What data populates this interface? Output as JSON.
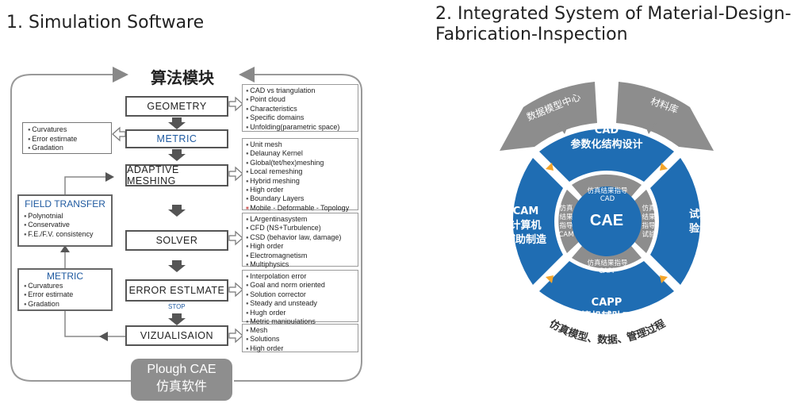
{
  "left": {
    "title": "1. Simulation Software",
    "header": "算法模块",
    "boxes": {
      "geometry": "GEOMETRY",
      "metric": "METRIC",
      "adaptive": "ADAPTIVE MESHING",
      "solver": "SOLVER",
      "error": "ERROR ESTLMATE",
      "viz": "VIZUALISAION"
    },
    "stop_label": "STOP",
    "lists": {
      "geometry": [
        "CAD vs triangulation",
        "Point cloud",
        "Characteristics",
        "Specific domains",
        "Unfolding(parametric space)"
      ],
      "adaptive": [
        "Unit mesh",
        "Delaunay Kernel",
        "Global(tet/hex)meshing",
        "Local remeshing",
        "Hybrid meshing",
        "High order",
        "Boundary Layers",
        "Mobile - Deformable - Topology"
      ],
      "solver": [
        "LArgentinasystem",
        "CFD (NS+Turbulence)",
        "CSD (behavior law, damage)",
        "High order",
        "Electromagnetism",
        "Multiphysics"
      ],
      "error": [
        "Interpolation error",
        "Goal and norm oriented",
        "Solution corrector",
        "Steady and unsteady",
        "Hugh order",
        "Metric manipulations"
      ],
      "viz": [
        "Mesh",
        "Solutions",
        "High order"
      ]
    },
    "side_metric_items": [
      "Curvatures",
      "Error estirnate",
      "Gradation"
    ],
    "field_transfer": {
      "title": "FIELD TRANSFER",
      "items": [
        "Polynotnial",
        "Conservative",
        "F.E./F.V. consistency"
      ]
    },
    "metric2": {
      "title": "METRIC",
      "items": [
        "Curvatures",
        "Error estirnate",
        "Gradation"
      ]
    },
    "plough": {
      "line1": "Plough CAE",
      "line2": "仿真软件"
    }
  },
  "right": {
    "title_line1": "2. Integrated System of Material-Design-",
    "title_line2": "Fabrication-Inspection",
    "top_left": "数据模型中心",
    "top_right": "材料库",
    "cad": {
      "line1": "CAD",
      "line2": "参数化结构设计"
    },
    "cam": {
      "line1": "CAM",
      "line2": "计算机",
      "line3": "辅助制造"
    },
    "capp": {
      "line1": "CAPP",
      "line2": "计算机辅助工艺"
    },
    "test": {
      "line1": "试验",
      "line2": "验证"
    },
    "inner_top": {
      "line1": "仿真结果指导",
      "line2": "CAD"
    },
    "inner_left": {
      "line1": "仿真",
      "line2": "结果",
      "line3": "指导",
      "line4": "CAM"
    },
    "inner_right": {
      "line1": "仿真",
      "line2": "结果",
      "line3": "指导",
      "line4": "试验"
    },
    "inner_bottom": {
      "line1": "仿真结果指导",
      "line2": "CAPP"
    },
    "center": "CAE",
    "bottom_text": "仿真模型、数据、管理过程",
    "colors": {
      "blue": "#1f6db3",
      "gray": "#8d8d8d",
      "orange": "#f4a52a"
    }
  }
}
